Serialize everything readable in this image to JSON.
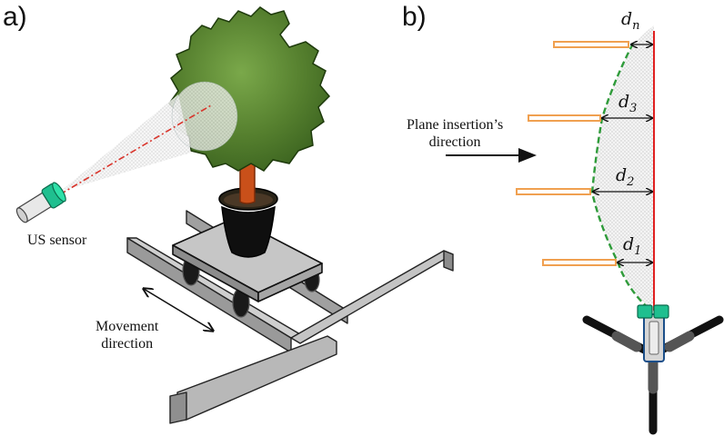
{
  "panels": {
    "a": "a)",
    "b": "b)"
  },
  "labels": {
    "sensor": "US sensor",
    "movement": [
      "Movement",
      "direction"
    ],
    "plane": [
      "Plane insertion’s",
      "direction"
    ]
  },
  "distances": [
    {
      "base": "d",
      "sub": "n"
    },
    {
      "base": "d",
      "sub": "3"
    },
    {
      "base": "d",
      "sub": "2"
    },
    {
      "base": "d",
      "sub": "1"
    }
  ],
  "colors": {
    "foliage": "#4a7a2a",
    "trunk": "#c9501a",
    "pot": "#111111",
    "rail": "#b3b3b3",
    "sensor_band": "#1fbf8f",
    "beam": "#d9342b",
    "probe": "#f0a050",
    "contour": "#2f9b3a",
    "reference_line": "#e02020"
  }
}
